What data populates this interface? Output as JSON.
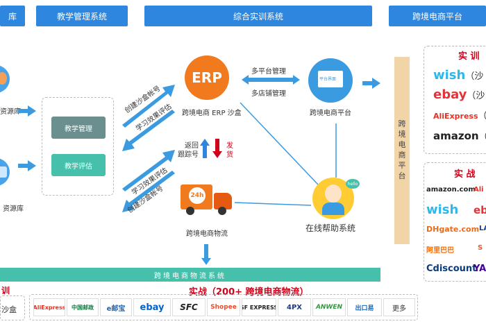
{
  "headers": {
    "left_partial": "库",
    "teaching": "教学管理系统",
    "training": "综合实训系统",
    "ecommerce": "跨境电商平台"
  },
  "left": {
    "resource1": "资源库",
    "resource2": "资源库"
  },
  "teaching_buttons": {
    "manage": "教学管理",
    "evaluate": "教学评估"
  },
  "flow_labels": {
    "create_sandbox_top": "创建沙盒帐号",
    "learn_eval_top": "学习效果评估",
    "learn_eval_bottom": "学习效果评估",
    "create_sandbox_bottom": "创建沙盒帐号"
  },
  "nodes": {
    "erp_logo": "ERP",
    "erp_caption": "跨境电商 ERP 沙盒",
    "multi_platform": "多平台管理",
    "multi_shop": "多店铺管理",
    "platform_caption": "跨境电商平台",
    "platform_screen": "平台界面",
    "return_tracking": "返回\n跟踪号",
    "ship": "发\n货",
    "truck_badge": "24h",
    "logistics_caption": "跨境电商物流",
    "help_caption": "在线帮助系统",
    "help_bubble": "hello"
  },
  "vertical_bar": [
    "跨",
    "境",
    "电",
    "商",
    "平",
    "台"
  ],
  "right_panel": {
    "sim_title": "实 训",
    "sim_logos": [
      {
        "name": "wish",
        "suffix": "（沙",
        "color": "#2fb7ec"
      },
      {
        "name": "ebay",
        "suffix": "（沙",
        "color": "#e53238"
      },
      {
        "name": "AliExpress",
        "suffix": "（仿",
        "color": "#e43225"
      },
      {
        "name": "amazon",
        "suffix": "（仿",
        "color": "#222222"
      }
    ],
    "real_title": "实 战",
    "real_logos_left": [
      {
        "name": "amazon.com",
        "color": "#222222"
      },
      {
        "name": "wish",
        "color": "#2fb7ec"
      },
      {
        "name": "DHgate.com",
        "color": "#e86c1b"
      },
      {
        "name": "阿里巴巴",
        "color": "#ff6a00"
      },
      {
        "name": "Cdiscount",
        "color": "#0a3b7a"
      }
    ],
    "real_logos_right": [
      {
        "name": "Ali",
        "color": "#e43225"
      },
      {
        "name": "eb",
        "color": "#e53238"
      },
      {
        "name": "LA",
        "color": "#1a3a8a"
      },
      {
        "name": "S",
        "color": "#f05a28"
      },
      {
        "name": "YA",
        "color": "#410093"
      }
    ]
  },
  "logistics_strip": "跨境电商物流系统",
  "bottom": {
    "left_red": "训",
    "left_box": "沙盒",
    "title": "实战（200+ 跨境电商物流）",
    "logos": [
      {
        "name": "AliExpress",
        "color": "#e43225"
      },
      {
        "name": "中国邮政",
        "color": "#0a7b3e"
      },
      {
        "name": "e邮宝",
        "color": "#1a66b3"
      },
      {
        "name": "ebay",
        "color": "#0064d2"
      },
      {
        "name": "SFC",
        "color": "#222222"
      },
      {
        "name": "Shopee",
        "color": "#ee4d2d"
      },
      {
        "name": "SF EXPRESS",
        "color": "#222222"
      },
      {
        "name": "4PX",
        "color": "#1a3a8a"
      },
      {
        "name": "ANWEN",
        "color": "#2a9d3a"
      },
      {
        "name": "出口易",
        "color": "#1a66b3"
      },
      {
        "name": "更多",
        "color": "#333333"
      }
    ]
  },
  "colors": {
    "header_blue": "#2e86de",
    "teal": "#46c0aa",
    "erp_orange": "#f07a1d",
    "arrow_blue": "#3a9be0",
    "red": "#d0021b"
  }
}
